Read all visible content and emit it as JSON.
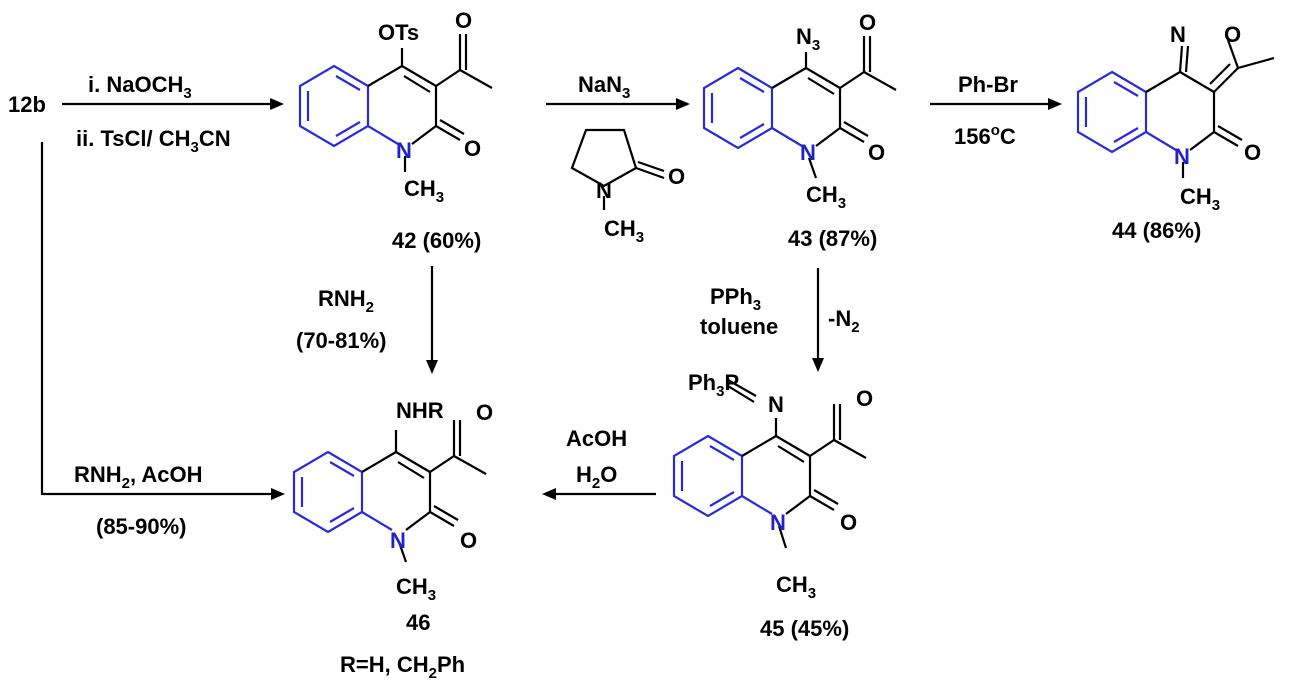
{
  "start": "12b",
  "step1": {
    "line1": "i. NaOCH",
    "line1_sub": "3",
    "line2": "ii. TsCl/ CH",
    "line2_sub": "3",
    "line2_end": "CN"
  },
  "step2": {
    "reagent": "NaN",
    "reagent_sub": "3",
    "solvent_o": "O",
    "solvent_n": "N",
    "solvent_me": "CH",
    "solvent_me_sub": "3"
  },
  "step3": {
    "reagent": "Ph-Br",
    "temp_pre": "156",
    "temp_sup": "o",
    "temp_post": "C"
  },
  "step4": {
    "reagent": "RNH",
    "reagent_sub": "2",
    "yield": "(70-81%)"
  },
  "step5": {
    "line1": "PPh",
    "line1_sub": "3",
    "line2": "toluene",
    "loss": "-N",
    "loss_sub": "2"
  },
  "step6": {
    "line1": "AcOH",
    "line2": "H",
    "line2_sub": "2",
    "line2_end": "O"
  },
  "step7": {
    "reagent": "RNH",
    "reagent_sub": "2",
    "reagent_end": ", AcOH",
    "yield": "(85-90%)"
  },
  "compounds": {
    "c42": {
      "label": "42 (60%)",
      "sub4": "OTs",
      "n": "N",
      "o": "O",
      "me": "CH",
      "me_sub": "3",
      "acyl_o": "O"
    },
    "c43": {
      "label": "43 (87%)",
      "sub4": "N",
      "sub4_sub": "3",
      "n": "N",
      "o": "O",
      "me": "CH",
      "me_sub": "3",
      "acyl_o": "O"
    },
    "c44": {
      "label": "44 (86%)",
      "iso_n": "N",
      "iso_o": "O",
      "n": "N",
      "o": "O",
      "me": "CH",
      "me_sub": "3"
    },
    "c45": {
      "label": "45 (45%)",
      "sub4_a": "Ph",
      "sub4_a_sub": "3",
      "sub4_b": "P",
      "sub4_n": "N",
      "n": "N",
      "o": "O",
      "me": "CH",
      "me_sub": "3",
      "acyl_o": "O"
    },
    "c46": {
      "label": "46",
      "sub4": "NHR",
      "n": "N",
      "o": "O",
      "me": "CH",
      "me_sub": "3",
      "acyl_o": "O",
      "note": "R=H, CH",
      "note_sub": "2",
      "note_end": "Ph"
    }
  }
}
